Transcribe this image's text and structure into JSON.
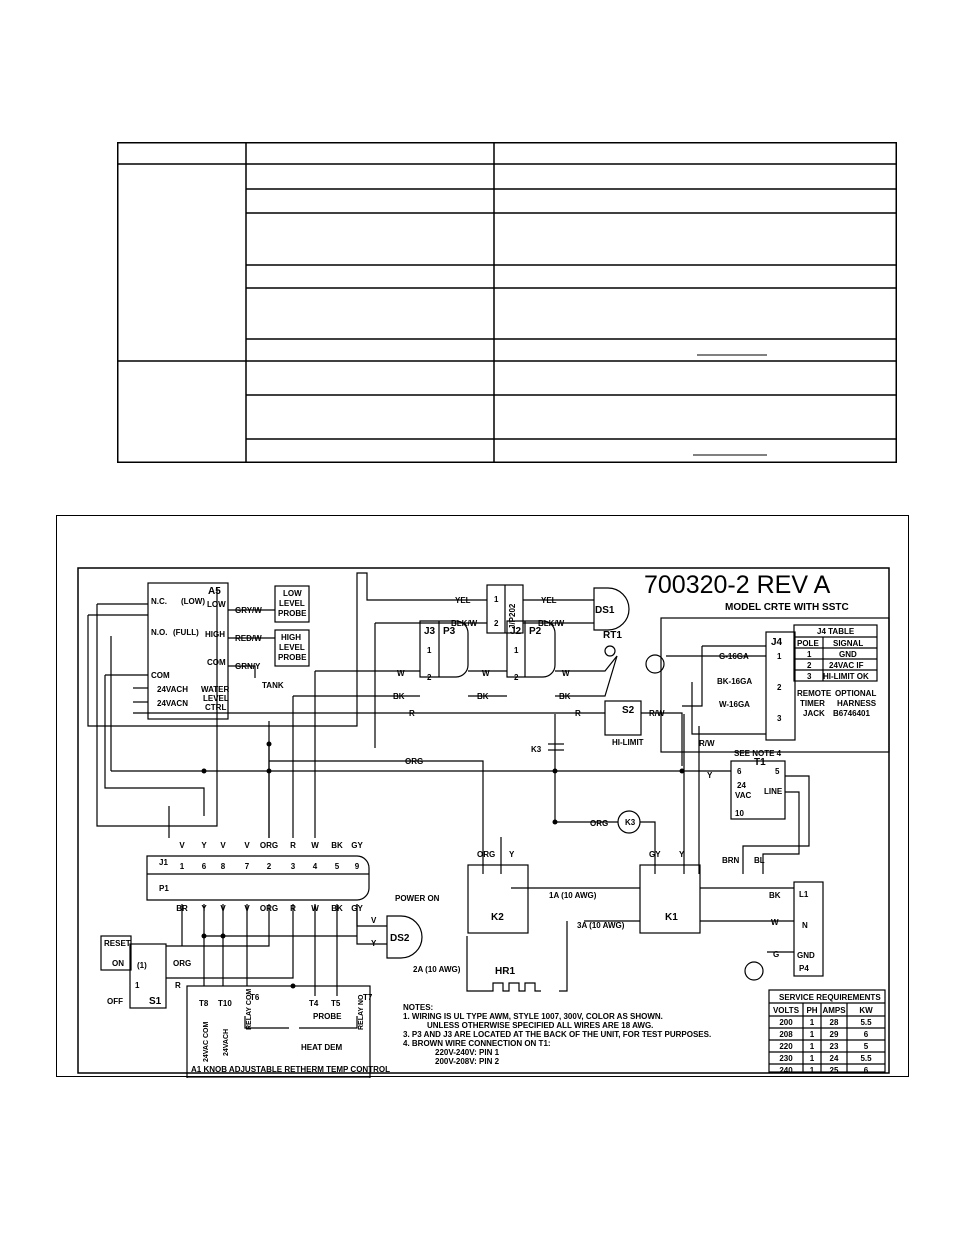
{
  "diagram": {
    "drawing_number": "700320-2 REV A",
    "model": "MODEL CRTE WITH SSTC",
    "water_ctrl": {
      "ref": "A5",
      "nc": "N.C.",
      "low": "(LOW)",
      "no": "N.O.",
      "full": "(FULL)",
      "com": "COM",
      "vach": "24VACH",
      "vacn": "24VACN",
      "t_low": "LOW",
      "t_high": "HIGH",
      "t_com": "COM",
      "title1": "WATER",
      "title2": "LEVEL",
      "title3": "CTRL"
    },
    "probes": {
      "low_wire": "GRY/W",
      "low1": "LOW",
      "low2": "LEVEL",
      "low3": "PROBE",
      "high_wire": "RED/W",
      "high1": "HIGH",
      "high2": "LEVEL",
      "high3": "PROBE",
      "tank_wire": "GRN/Y",
      "tank": "TANK"
    },
    "jp202": {
      "label": "J/P202",
      "yel": "YEL",
      "blkw": "BLK/W",
      "p1": "1",
      "p2": "2"
    },
    "ds1": "DS1",
    "ds2": "DS2",
    "power_on": "POWER ON",
    "j3p3": {
      "j": "J3",
      "p": "P3",
      "p1": "1",
      "p2": "2"
    },
    "j2p2": {
      "j": "J2",
      "p": "P2",
      "p1": "1",
      "p2": "2"
    },
    "rt1": "RT1",
    "w": "W",
    "bk": "BK",
    "r": "R",
    "y": "Y",
    "org": "ORG",
    "gy": "GY",
    "v": "V",
    "br": "BR",
    "rw": "R/W",
    "g": "G",
    "brn": "BRN",
    "bl": "BL",
    "n": "N",
    "k3": "K3",
    "s2": "S2",
    "hilimit": "HI-LIMIT",
    "see_note": "SEE NOTE 4",
    "t1": {
      "ref": "T1",
      "p6": "6",
      "p5": "5",
      "p10": "10",
      "v24": "24",
      "vac": "VAC",
      "line": "LINE"
    },
    "j4": {
      "ref": "J4",
      "table_title": "J4 TABLE",
      "col_pole": "POLE",
      "col_signal": "SIGNAL",
      "rows": [
        [
          "1",
          "GND"
        ],
        [
          "2",
          "24VAC IF"
        ],
        [
          "3",
          "HI-LIMIT OK"
        ]
      ],
      "w1": "G-16GA",
      "w2": "BK-16GA",
      "w3": "W-16GA",
      "n1": "1",
      "n2": "2",
      "n3": "3",
      "remote1": "REMOTE",
      "remote2": "TIMER",
      "remote3": "JACK",
      "opt1": "OPTIONAL",
      "opt2": "HARNESS",
      "opt3": "B6746401"
    },
    "j1p1": {
      "j": "J1",
      "p": "P1",
      "pins": [
        "1",
        "6",
        "8",
        "7",
        "2",
        "3",
        "4",
        "5",
        "9"
      ],
      "top_wires": [
        "V",
        "Y",
        "V",
        "V",
        "ORG",
        "R",
        "W",
        "BK",
        "GY"
      ],
      "bottom_wires": [
        "BR",
        "Y",
        "V",
        "V",
        "ORG",
        "R",
        "W",
        "BK",
        "GY"
      ]
    },
    "k1": "K1",
    "k2": "K2",
    "wire_1a": "1A (10 AWG)",
    "wire_2a": "2A (10 AWG)",
    "wire_3a": "3A (10 AWG)",
    "hr1": "HR1",
    "l1": "L1",
    "gnd": "GND",
    "p4": "P4",
    "s1": {
      "ref": "S1",
      "reset": "RESET",
      "on": "ON",
      "off": "OFF",
      "p1": "(1)",
      "one": "1"
    },
    "a1": {
      "terms": [
        "T8",
        "T10",
        "T6",
        "T4",
        "T5",
        "T7"
      ],
      "lab_com": "24VAC COM",
      "lab_h": "24VACH",
      "lab_relay_com": "RELAY COM",
      "probe": "PROBE",
      "lab_relay_no": "RELAY NO",
      "heat_dem": "HEAT DEM",
      "title": "A1   KNOB ADJUSTABLE RETHERM TEMP CONTROL"
    },
    "notes": {
      "title": "NOTES:",
      "n1a": "1.   WIRING IS UL TYPE AWM, STYLE 1007, 300V, COLOR AS SHOWN.",
      "n1b": "UNLESS OTHERWISE SPECIFIED ALL WIRES ARE 18 AWG.",
      "n3": "3.   P3 AND J3 ARE LOCATED AT THE BACK OF THE UNIT, FOR TEST PURPOSES.",
      "n4": "4.   BROWN WIRE CONNECTION ON T1:",
      "n4a": "220V-240V: PIN 1",
      "n4b": "200V-208V: PIN 2"
    },
    "service": {
      "title": "SERVICE REQUIREMENTS",
      "headers": [
        "VOLTS",
        "PH",
        "AMPS",
        "KW"
      ],
      "rows": [
        [
          "200",
          "1",
          "28",
          "5.5"
        ],
        [
          "208",
          "1",
          "29",
          "6"
        ],
        [
          "220",
          "1",
          "23",
          "5"
        ],
        [
          "230",
          "1",
          "24",
          "5.5"
        ],
        [
          "240",
          "1",
          "25",
          "6"
        ]
      ]
    }
  }
}
